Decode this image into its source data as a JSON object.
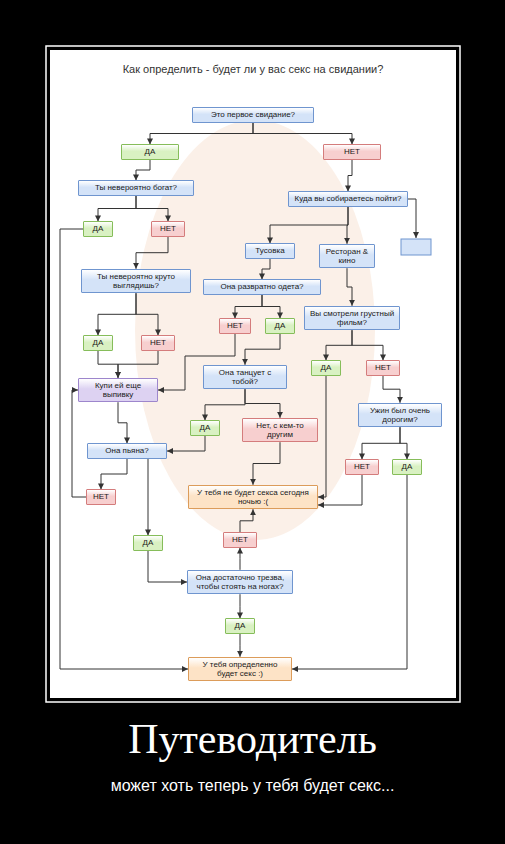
{
  "diagram": {
    "title": "Как определить - будет ли у вас секс на свидании?",
    "caption": "может хоть теперь у тебя будет секс...",
    "nodes": [
      {
        "text": [
          "Это первое свидание?"
        ]
      },
      {
        "text": [
          "ДА"
        ]
      },
      {
        "text": [
          "НЕТ"
        ]
      },
      {
        "text": [
          "Ты невероятно богат?"
        ]
      },
      {
        "text": [
          "Куда вы собираетесь пойти?"
        ]
      },
      {
        "text": [
          "ДА"
        ]
      },
      {
        "text": [
          "НЕТ"
        ]
      },
      {
        "text": [
          "Тусовка"
        ]
      },
      {
        "text": [
          "Ресторан & кино"
        ]
      },
      {
        "text": [
          "Ты невероятно круто выглядишь?"
        ]
      },
      {
        "text": [
          "Она развратно одета?"
        ]
      },
      {
        "text": [
          "Вы смотрели грустный фильм?"
        ]
      },
      {
        "text": [
          "НЕТ"
        ]
      },
      {
        "text": [
          "ДА"
        ]
      },
      {
        "text": [
          "ДА"
        ]
      },
      {
        "text": [
          "НЕТ"
        ]
      },
      {
        "text": [
          "ДА"
        ]
      },
      {
        "text": [
          "НЕТ"
        ]
      },
      {
        "text": [
          "Она танцует с тобой?"
        ]
      },
      {
        "text": [
          "Купи ей еще выпивку"
        ]
      },
      {
        "text": [
          "Ужин был очень дорогим?"
        ]
      },
      {
        "text": [
          "ДА"
        ]
      },
      {
        "text": [
          "Нет, с кем-то другим"
        ]
      },
      {
        "text": [
          "Она пьяна?"
        ]
      },
      {
        "text": [
          "НЕТ"
        ]
      },
      {
        "text": [
          "ДА"
        ]
      },
      {
        "text": [
          "НЕТ"
        ]
      },
      {
        "text": [
          "У тебя не будет секса сегодня ночью :("
        ]
      },
      {
        "text": [
          "НЕТ"
        ]
      },
      {
        "text": [
          "ДА"
        ]
      },
      {
        "text": [
          "Она достаточно трезва, чтобы стоять на ногах?"
        ]
      },
      {
        "text": [
          "ДА"
        ]
      },
      {
        "text": [
          "У тебя определенно будет секс :)"
        ]
      }
    ],
    "edges": [
      {
        "from": 0,
        "to": 1,
        "arrow": "to"
      },
      {
        "from": 0,
        "to": 2,
        "arrow": "to"
      },
      {
        "from": 1,
        "to": 3,
        "arrow": "to"
      },
      {
        "from": 2,
        "to": 4,
        "arrow": "to"
      },
      {
        "from": 3,
        "to": 5,
        "arrow": "to"
      },
      {
        "from": 3,
        "to": 6,
        "arrow": "to"
      },
      {
        "from": 4,
        "to": 7,
        "arrow": "to"
      },
      {
        "from": 4,
        "to": 8,
        "arrow": "to"
      },
      {
        "from": 5,
        "to": 32,
        "arrow": "to"
      },
      {
        "from": 6,
        "to": 9,
        "arrow": "to"
      },
      {
        "from": 7,
        "to": 10,
        "arrow": "to"
      },
      {
        "from": 8,
        "to": 11,
        "arrow": "to"
      },
      {
        "from": 9,
        "to": 14,
        "arrow": "to"
      },
      {
        "from": 9,
        "to": 15,
        "arrow": "to"
      },
      {
        "from": 10,
        "to": 12,
        "arrow": "to"
      },
      {
        "from": 10,
        "to": 13,
        "arrow": "to"
      },
      {
        "from": 11,
        "to": 16,
        "arrow": "to"
      },
      {
        "from": 11,
        "to": 17,
        "arrow": "to"
      },
      {
        "from": 14,
        "to": 19,
        "arrow": "to"
      },
      {
        "from": 15,
        "to": 19,
        "arrow": "to"
      },
      {
        "from": 12,
        "to": 19,
        "arrow": "to"
      },
      {
        "from": 13,
        "to": 18,
        "arrow": "to"
      },
      {
        "from": 18,
        "to": 21,
        "arrow": "to"
      },
      {
        "from": 18,
        "to": 22,
        "arrow": "to"
      },
      {
        "from": 19,
        "to": 23,
        "arrow": "to"
      },
      {
        "from": 21,
        "to": 23,
        "arrow": "to"
      },
      {
        "from": 23,
        "to": 26,
        "arrow": "to"
      },
      {
        "from": 23,
        "to": 29,
        "arrow": "to"
      },
      {
        "from": 26,
        "to": 19,
        "arrow": "to"
      },
      {
        "from": 22,
        "to": 27,
        "arrow": "to"
      },
      {
        "from": 29,
        "to": 30,
        "arrow": "to"
      },
      {
        "from": 30,
        "to": 28,
        "arrow": "to"
      },
      {
        "from": 28,
        "to": 27,
        "arrow": "to"
      },
      {
        "from": 30,
        "to": 31,
        "arrow": "to"
      },
      {
        "from": 31,
        "to": 32,
        "arrow": "to"
      },
      {
        "from": 16,
        "to": 27,
        "arrow": "to"
      },
      {
        "from": 17,
        "to": 20,
        "arrow": "to"
      },
      {
        "from": 20,
        "to": 24,
        "arrow": "to"
      },
      {
        "from": 20,
        "to": 25,
        "arrow": "to"
      },
      {
        "from": 24,
        "to": 27,
        "arrow": "to"
      },
      {
        "from": 25,
        "to": 32,
        "arrow": "to"
      }
    ],
    "labels": [
      "Путеводитель"
    ]
  }
}
